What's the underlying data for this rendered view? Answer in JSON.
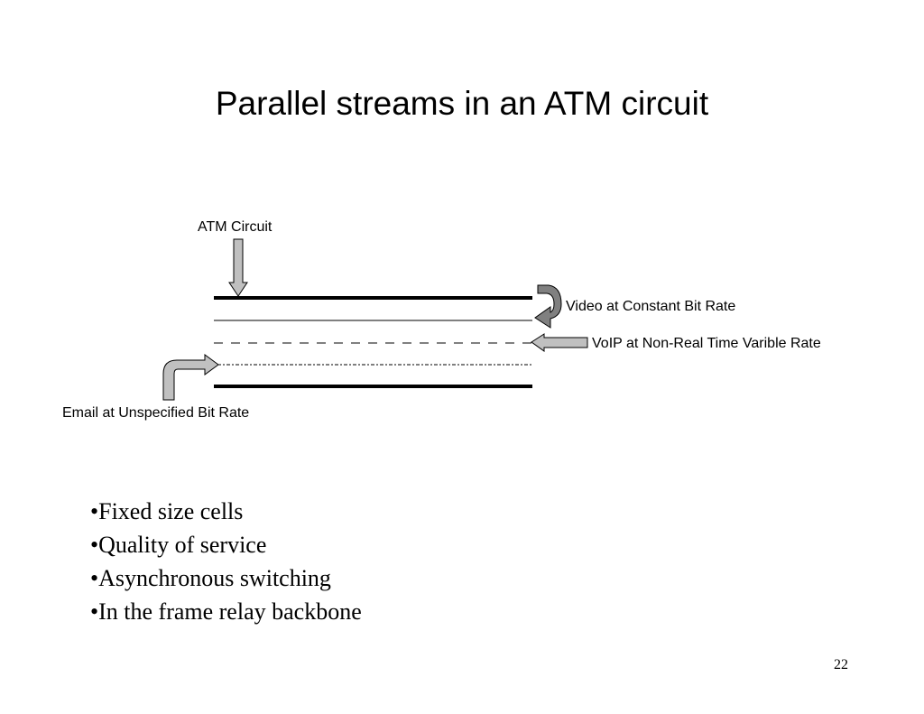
{
  "slide": {
    "title": "Parallel streams in an ATM circuit",
    "page_number": "22"
  },
  "diagram": {
    "labels": {
      "atm_circuit": "ATM Circuit",
      "video": "Video at Constant Bit Rate",
      "voip": "VoIP at Non-Real Time Varible Rate",
      "email": "Email at Unspecified Bit Rate"
    },
    "colors": {
      "arrow_fill": "#c0c0c0",
      "video_arrow_fill": "#808080",
      "line": "#000000"
    }
  },
  "bullets": [
    "Fixed size cells",
    "Quality of service",
    "Asynchronous switching",
    "In the frame relay backbone"
  ]
}
